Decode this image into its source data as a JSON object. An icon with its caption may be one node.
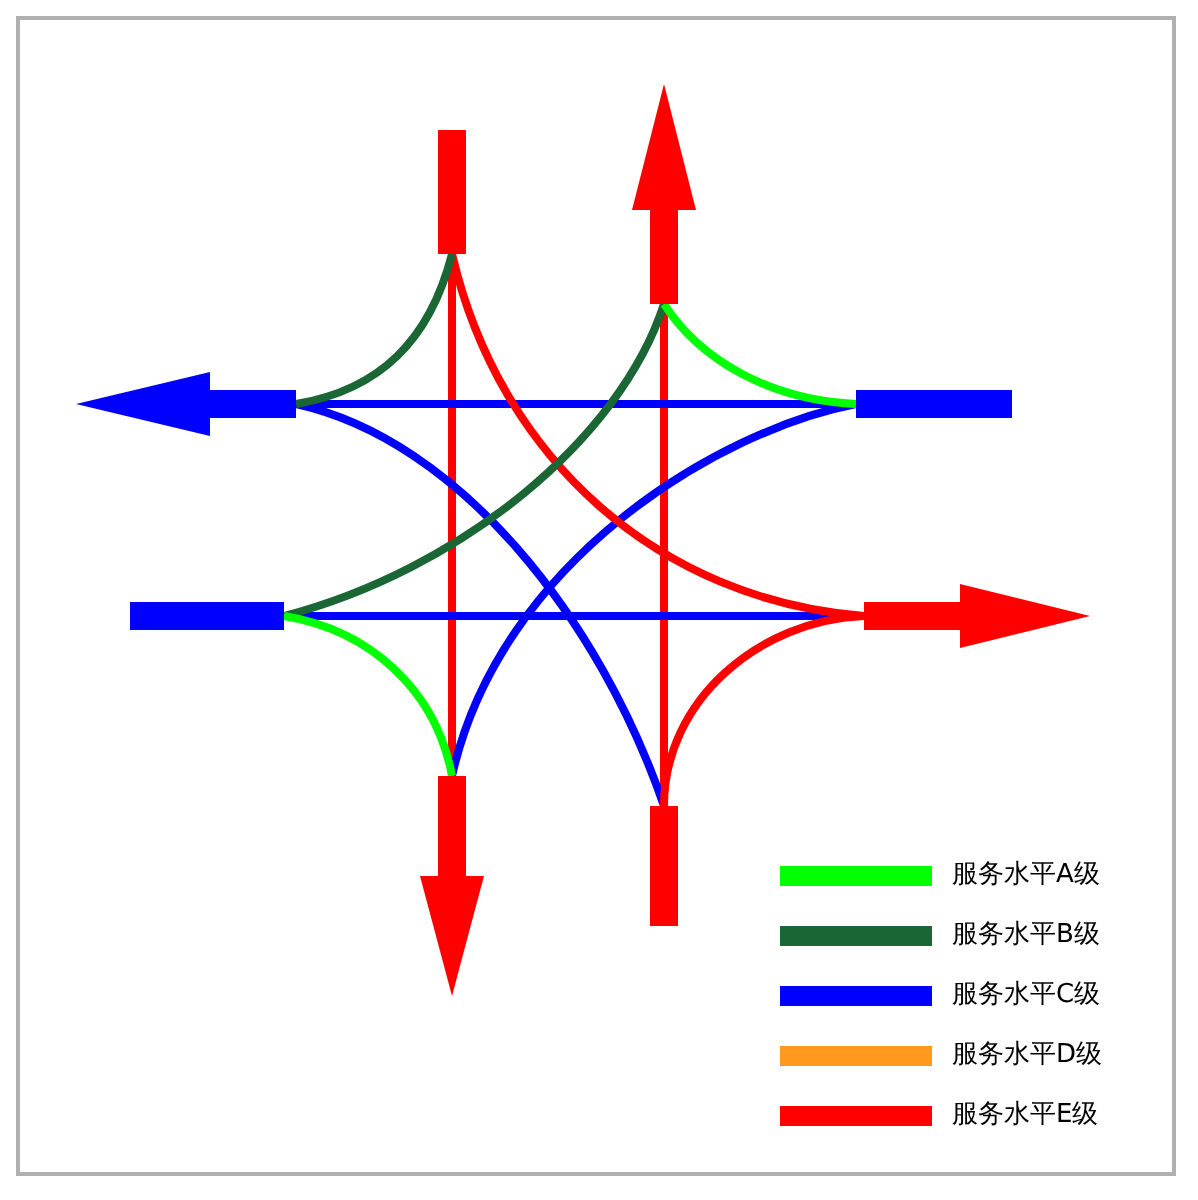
{
  "diagram": {
    "legend": [
      {
        "text": "服务水平A级",
        "color": "#00ff00"
      },
      {
        "text": "服务水平B级",
        "color": "#1a6634"
      },
      {
        "text": "服务水平C级",
        "color": "#0000ff"
      },
      {
        "text": "服务水平D级",
        "color": "#ff9a1f"
      },
      {
        "text": "服务水平E级",
        "color": "#ff0000"
      }
    ]
  }
}
